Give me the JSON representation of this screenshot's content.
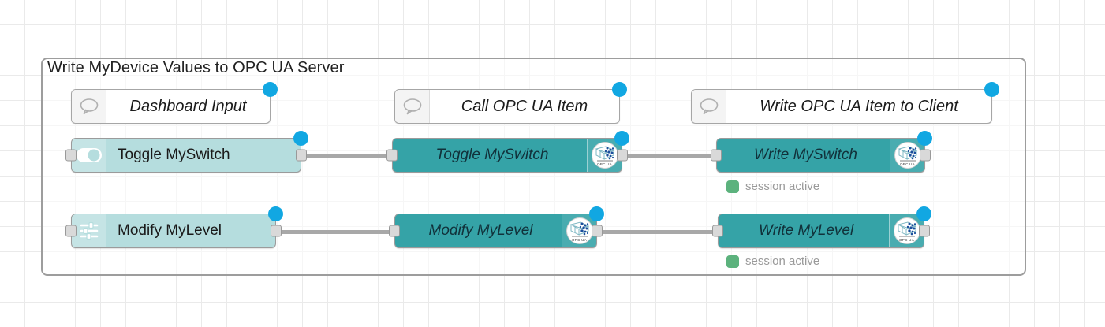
{
  "app": {
    "name": "Node-RED Flow Editor",
    "canvas_background": "#ffffff",
    "grid_color": "#eaeaea",
    "grid_size": 32
  },
  "colors": {
    "group_border": "#9d9d9d",
    "dashboard_node": "#b5ddde",
    "opcua_node": "#35a3a7",
    "comment_node": "#ffffff",
    "status_dot": "#11a7e2",
    "session_swatch": "#5cb27d",
    "wire": "#a8a8a8",
    "port": "#d9d9d9"
  },
  "group": {
    "title": "Write MyDevice Values to OPC UA Server"
  },
  "comments": [
    {
      "label": "Dashboard Input",
      "icon": "speech-bubble-icon"
    },
    {
      "label": "Call OPC UA Item",
      "icon": "speech-bubble-icon"
    },
    {
      "label": "Write OPC UA Item to Client",
      "icon": "speech-bubble-icon"
    }
  ],
  "nodes": {
    "row1": [
      {
        "label": "Toggle MySwitch",
        "type": "dashboard-switch",
        "icon": "toggle-switch-icon"
      },
      {
        "label": "Toggle MySwitch",
        "type": "opcua-item",
        "icon": "opc-ua-logo-icon"
      },
      {
        "label": "Write MySwitch",
        "type": "opcua-client",
        "icon": "opc-ua-logo-icon",
        "status": {
          "text": "session active",
          "color": "#5cb27d"
        }
      }
    ],
    "row2": [
      {
        "label": "Modify MyLevel",
        "type": "dashboard-slider",
        "icon": "sliders-icon"
      },
      {
        "label": "Modify MyLevel",
        "type": "opcua-item",
        "icon": "opc-ua-logo-icon"
      },
      {
        "label": "Write MyLevel",
        "type": "opcua-client",
        "icon": "opc-ua-logo-icon",
        "status": {
          "text": "session active",
          "color": "#5cb27d"
        }
      }
    ]
  },
  "opc_logo_text": "OPC UA"
}
